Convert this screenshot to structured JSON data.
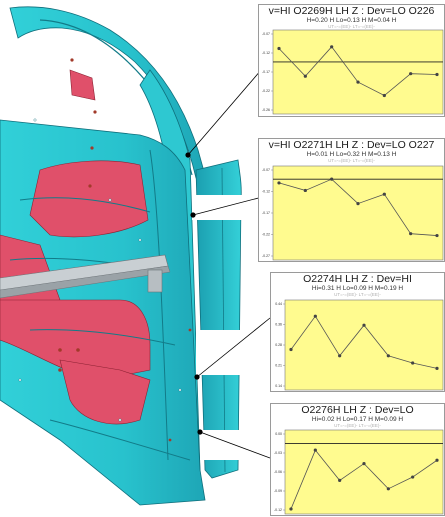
{
  "colors": {
    "part_fill": "#2bc6cf",
    "part_shadow": "#1696a8",
    "part_edge": "#0f6f7c",
    "cutout_fill": "#e0506a",
    "plot_bg": "#fffb8f",
    "plot_line": "#555555",
    "leader_line": "#000000",
    "marker": "#000000"
  },
  "panels": [
    {
      "id": "p1",
      "title": "v=HI  O2269H LH Z : Dev=LO  O226",
      "stats": "H=0.20 H Lo=0.13 H M=0.04 H",
      "limits": "UT=-=(EE)-  LT=-=(EE)-",
      "y_ticks": [
        "-0.07",
        "-0.12",
        "-0.17",
        "-0.22",
        "-0.26"
      ],
      "limit_at": 0.62,
      "values": [
        0.78,
        0.45,
        0.8,
        0.38,
        0.22,
        0.48,
        0.47
      ]
    },
    {
      "id": "p2",
      "title": "v=HI  O2271H LH Z : Dev=LO  O227",
      "stats": "H=0.01 H Lo=0.32 H M=0.13 H",
      "limits": "UT=-=(EE)-  LT=-=(EE)-",
      "y_ticks": [
        "-0.07",
        "-0.12",
        "-0.17",
        "-0.22",
        "-0.27"
      ],
      "limit_at": 0.86,
      "values": [
        0.82,
        0.74,
        0.86,
        0.6,
        0.7,
        0.28,
        0.26
      ]
    },
    {
      "id": "p3",
      "title": "O2274H LH Z : Dev=HI",
      "stats": "Hi=0.31 H Lo=0.09 H M=0.19 H",
      "limits": "UT=-=(EE)-  LT=-=(EE)-",
      "y_ticks": [
        "0.44",
        "0.36",
        "0.28",
        "0.21",
        "0.14"
      ],
      "limit_at": null,
      "values": [
        0.45,
        0.82,
        0.38,
        0.72,
        0.38,
        0.3,
        0.24
      ]
    },
    {
      "id": "p4",
      "title": "O2276H LH Z : Dev=LO",
      "stats": "Hi=0.02 H Lo=0.17 H M=0.09 H",
      "limits": "UT=-=(EE)-  LT=-=(EE)-",
      "y_ticks": [
        "0.00",
        "-0.03",
        "-0.06",
        "-0.09",
        "-0.12"
      ],
      "limit_at": 0.84,
      "values": [
        0.06,
        0.76,
        0.4,
        0.6,
        0.3,
        0.44,
        0.64
      ]
    }
  ]
}
